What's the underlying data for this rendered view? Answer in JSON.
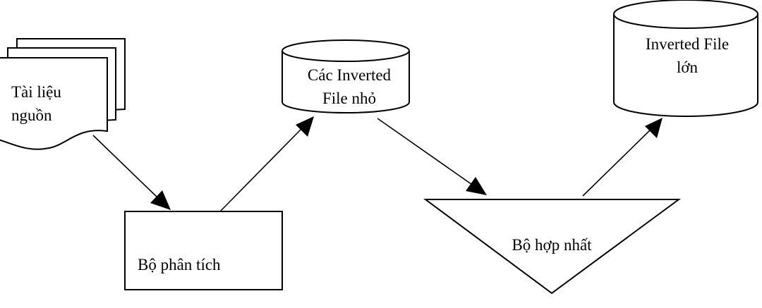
{
  "nodes": {
    "source_documents": {
      "line1": "Tài liệu",
      "line2": "nguồn"
    },
    "analyzer": {
      "label": "Bộ phân tích"
    },
    "small_inverted_files": {
      "line1": "Các Inverted",
      "line2": "File nhỏ"
    },
    "merger": {
      "label": "Bộ hợp nhất"
    },
    "large_inverted_file": {
      "line1": "Inverted File",
      "line2": "lớn"
    }
  },
  "colors": {
    "stroke": "#000000",
    "fill": "#ffffff",
    "text": "#000000"
  }
}
